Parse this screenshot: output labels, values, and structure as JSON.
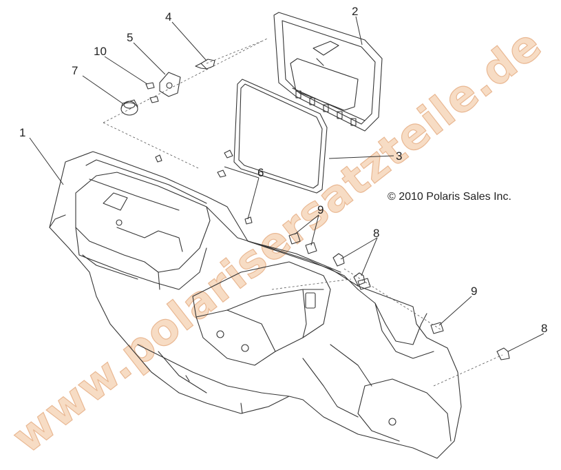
{
  "copyright": "© 2010 Polaris Sales Inc.",
  "watermark": "www.polarisersatzteile.de",
  "callouts": {
    "c1": "1",
    "c2": "2",
    "c3": "3",
    "c4": "4",
    "c5": "5",
    "c6": "6",
    "c7": "7",
    "c8a": "8",
    "c8b": "8",
    "c9a": "9",
    "c9b": "9",
    "c10": "10"
  },
  "colors": {
    "line": "#333333",
    "watermark_fill": "#f7dcc4",
    "watermark_stroke": "#e9b893"
  }
}
